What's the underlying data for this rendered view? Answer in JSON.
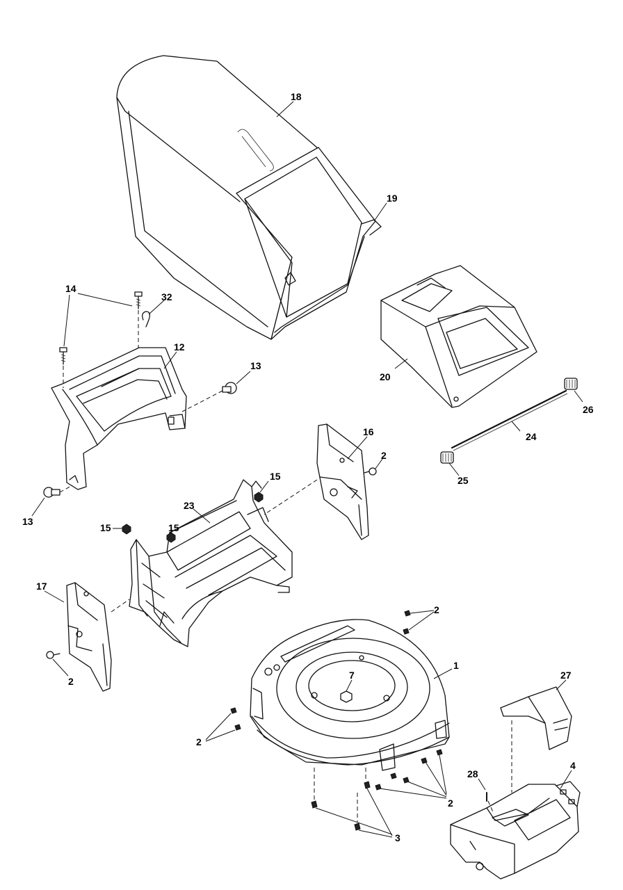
{
  "callouts": {
    "c1": "1",
    "c2a": "2",
    "c2b": "2",
    "c2c": "2",
    "c2d": "2",
    "c2e": "2",
    "c3": "3",
    "c4": "4",
    "c7": "7",
    "c12": "12",
    "c13a": "13",
    "c13b": "13",
    "c14": "14",
    "c15a": "15",
    "c15b": "15",
    "c15c": "15",
    "c16": "16",
    "c17": "17",
    "c18": "18",
    "c19": "19",
    "c20": "20",
    "c23": "23",
    "c24": "24",
    "c25": "25",
    "c26": "26",
    "c27": "27",
    "c28": "28",
    "c32": "32"
  }
}
